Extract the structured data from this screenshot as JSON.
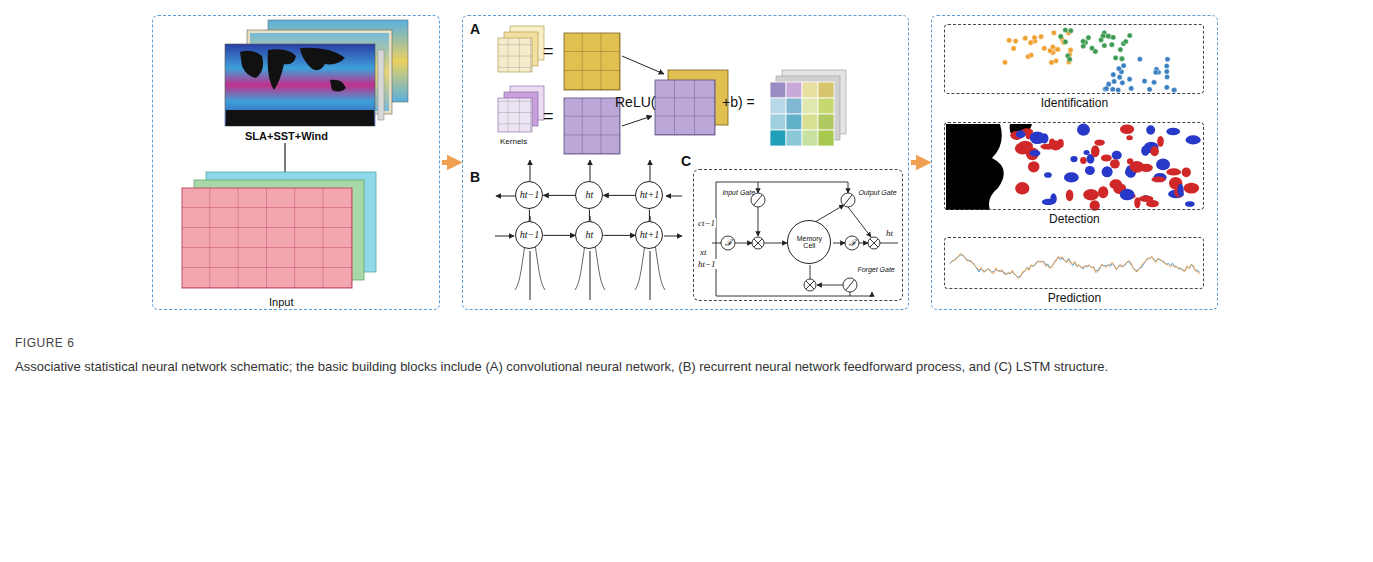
{
  "diagram": {
    "title": "FIGURE 6",
    "caption": "Associative statistical neural network schematic; the basic building blocks include (A) convolutional neural network, (B) recurrent neural network feedforward process, and (C) LSTM structure.",
    "nodes": [
      {
        "text": [
          "SLA+SST+Wind",
          "Input"
        ]
      },
      {
        "text": [
          "A",
          "B",
          "C"
        ]
      },
      {
        "text": []
      },
      {
        "text": [
          "Identification"
        ],
        "in": 2
      },
      {
        "text": [
          "Detection"
        ],
        "in": 2
      },
      {
        "text": [
          "Prediction"
        ],
        "in": 2
      },
      {
        "text": [
          "Input Gate",
          "Output Gate",
          "Forget Gate"
        ],
        "in": 1
      },
      {
        "text": [
          "Memory Cell"
        ],
        "in": 6
      },
      {
        "text": [
          "ht−1"
        ],
        "in": 1
      },
      {
        "text": [
          "ht"
        ],
        "in": 1
      },
      {
        "text": [
          "ht+1"
        ],
        "in": 1
      },
      {
        "text": [
          "ht−1"
        ],
        "in": 1
      },
      {
        "text": [
          "ht"
        ],
        "in": 1
      },
      {
        "text": [
          "ht+1"
        ],
        "in": 1
      }
    ],
    "edges": [
      {
        "from": 0,
        "to": 1,
        "arrow": "to"
      },
      {
        "from": 1,
        "to": 2,
        "arrow": "to"
      },
      {
        "from": 9,
        "to": 8,
        "arrow": "to"
      },
      {
        "from": 10,
        "to": 9,
        "arrow": "to"
      },
      {
        "from": 11,
        "to": 12,
        "arrow": "to"
      },
      {
        "from": 12,
        "to": 13,
        "arrow": "to"
      },
      {
        "from": 11,
        "to": 8,
        "arrow": "none"
      },
      {
        "from": 12,
        "to": 9,
        "arrow": "none"
      },
      {
        "from": 13,
        "to": 10,
        "arrow": "none"
      }
    ],
    "labels": [
      "Kernels",
      "=",
      "=",
      "ReLU(",
      "+b) =",
      "ct−1",
      "xt",
      "ht−1",
      "ht",
      "ℱ",
      "ℱ"
    ]
  }
}
